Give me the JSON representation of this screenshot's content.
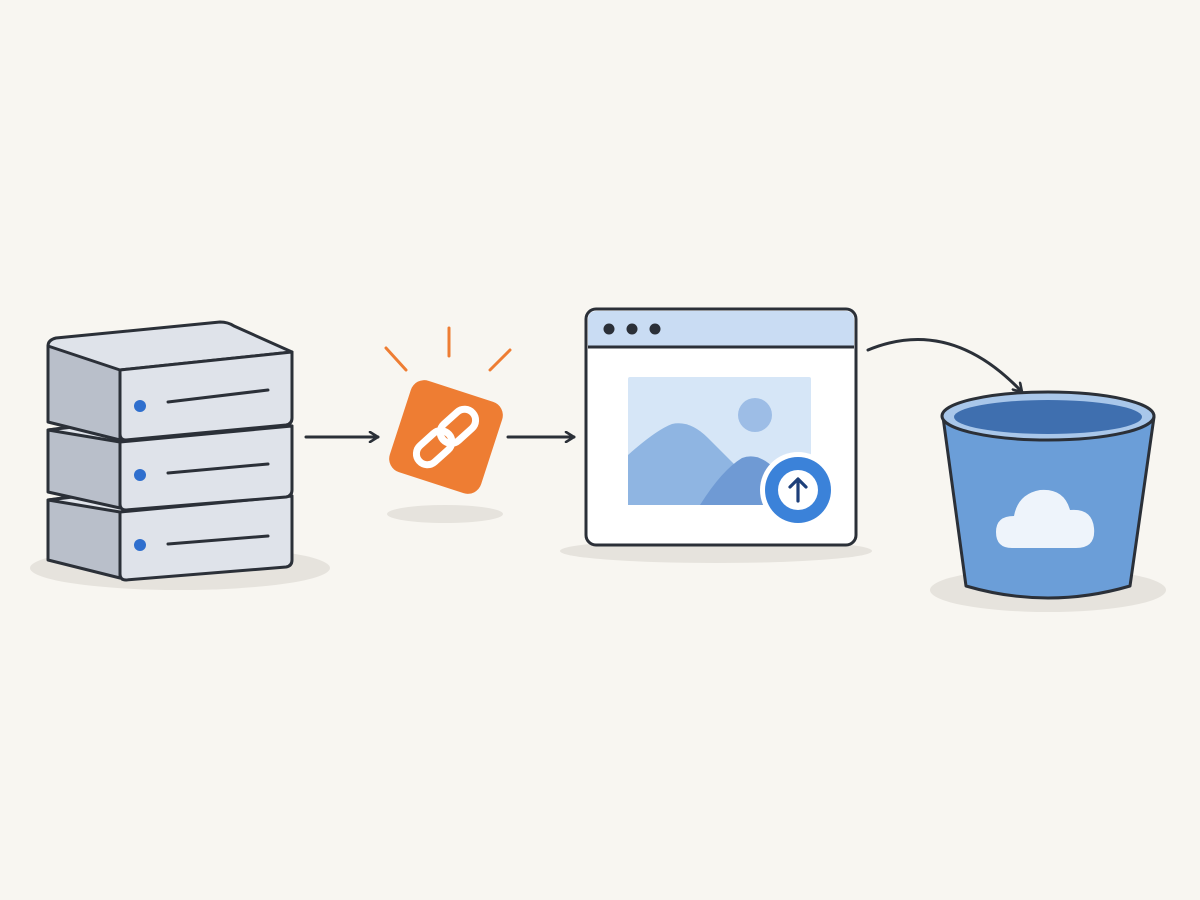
{
  "colors": {
    "background": "#f8f6f1",
    "outline": "#2b3038",
    "server_fill": "#dfe3ea",
    "server_side": "#b9bfca",
    "server_led": "#2f6fce",
    "link_tag": "#ee7d33",
    "link_rays": "#ee7d33",
    "browser_bar": "#c9dcf3",
    "image_bg": "#d6e6f7",
    "image_mountain": "#8fb5e2",
    "image_mountain_dark": "#6f9ad4",
    "image_sun": "#9dbde6",
    "upload_badge": "#3b82d9",
    "bucket_body": "#6b9ed8",
    "bucket_inside": "#3f6faf",
    "cloud": "#eef4fb",
    "shadow": "#e6e3dd"
  },
  "nodes": [
    {
      "name": "server-stack",
      "icon": "server-stack-icon"
    },
    {
      "name": "link-tag",
      "icon": "link-icon"
    },
    {
      "name": "browser-window",
      "icon": "image-upload-icon"
    },
    {
      "name": "storage-bucket",
      "icon": "cloud-bucket-icon"
    }
  ],
  "edges": [
    {
      "from": "server-stack",
      "to": "link-tag"
    },
    {
      "from": "link-tag",
      "to": "browser-window"
    },
    {
      "from": "browser-window",
      "to": "storage-bucket"
    }
  ]
}
